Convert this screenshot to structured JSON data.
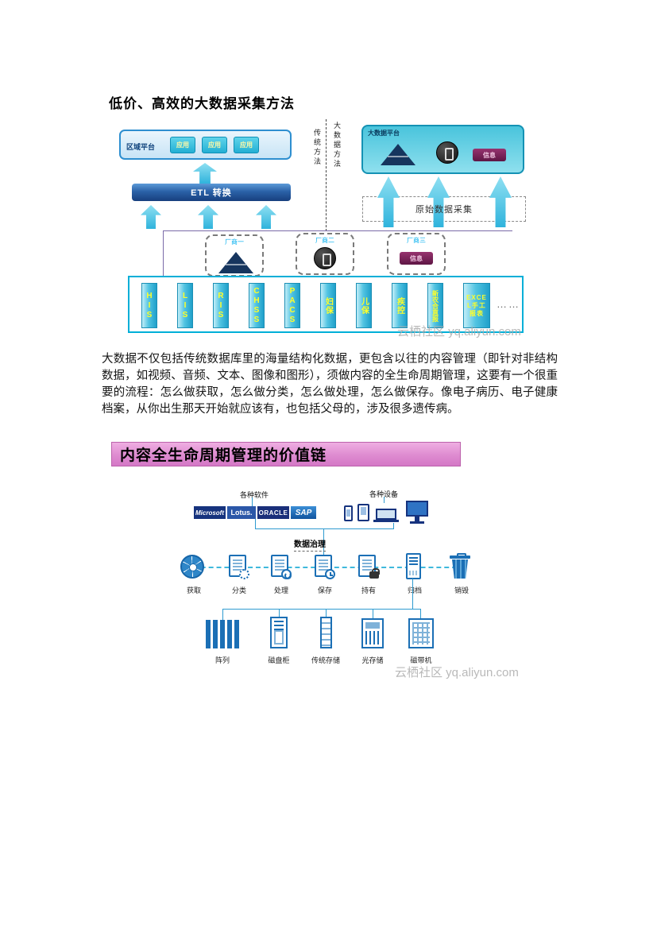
{
  "page": {
    "title": "低价、高效的大数据采集方法",
    "paragraph": "大数据不仅包括传统数据库里的海量结构化数据，更包含以往的内容管理（即针对非结构数据，如视频、音频、文本、图像和图形），须做内容的全生命周期管理，这要有一个很重要的流程：怎么做获取，怎么做分类，怎么做处理，怎么做保存。像电子病历、电子健康档案，从你出生那天开始就应该有，也包括父母的，涉及很多遗传病。",
    "section_banner": "内容全生命周期管理的价值链",
    "watermark": "云栖社区 yq.aliyun.com"
  },
  "diagram1": {
    "regional_platform_label": "区域平台",
    "regional_apps": [
      "应用",
      "应用",
      "应用"
    ],
    "etl_label": "ETL 转换",
    "method_left": "传统方法",
    "method_right": "大数据方法",
    "bigdata_platform_label": "大数据平台",
    "raw_collection_label": "原始数据采集",
    "shape_tag_text": "信息",
    "vendors": [
      {
        "label": "厂商一"
      },
      {
        "label": "厂商二"
      },
      {
        "label": "厂商三"
      }
    ],
    "systems": [
      "HIS",
      "LIS",
      "RIS",
      "CHSS",
      "PACS",
      "妇保",
      "儿保",
      "疾控",
      "新农合直报",
      "EXCEL手工报表"
    ],
    "more": "……"
  },
  "diagram2": {
    "software_group_label": "各种软件",
    "software_logos": [
      "Microsoft",
      "Lotus.",
      "ORACLE",
      "SAP"
    ],
    "devices_group_label": "各种设备",
    "governance_label": "数据治理",
    "lifecycle_stages": [
      "获取",
      "分类",
      "处理",
      "保存",
      "持有",
      "归档",
      "销毁"
    ],
    "storage_types": [
      "阵列",
      "磁盘柜",
      "传统存储",
      "光存储",
      "磁带机"
    ]
  }
}
